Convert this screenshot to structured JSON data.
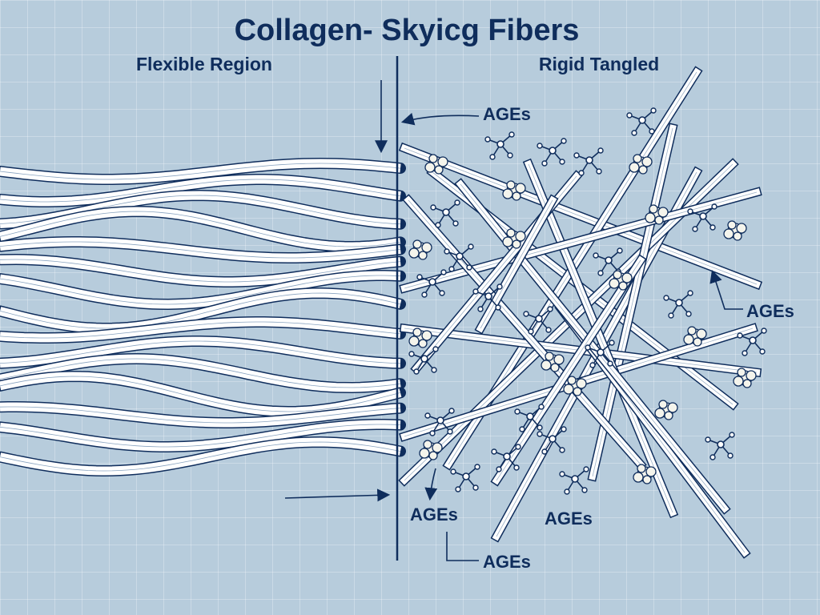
{
  "title": "Collagen- Skyicg Fibers",
  "regions": {
    "left": "Flexible Region",
    "right": "Rigid Tangled"
  },
  "labels": {
    "ages_top": "AGEs",
    "ages_right": "AGEs",
    "ages_bottom_left": "AGEs",
    "ages_bottom_mid": "AGEs",
    "ages_bottom": "AGEs"
  },
  "colors": {
    "background": "#b7ccdc",
    "ink": "#0f2d5c",
    "fiber_fill": "#ffffff"
  }
}
